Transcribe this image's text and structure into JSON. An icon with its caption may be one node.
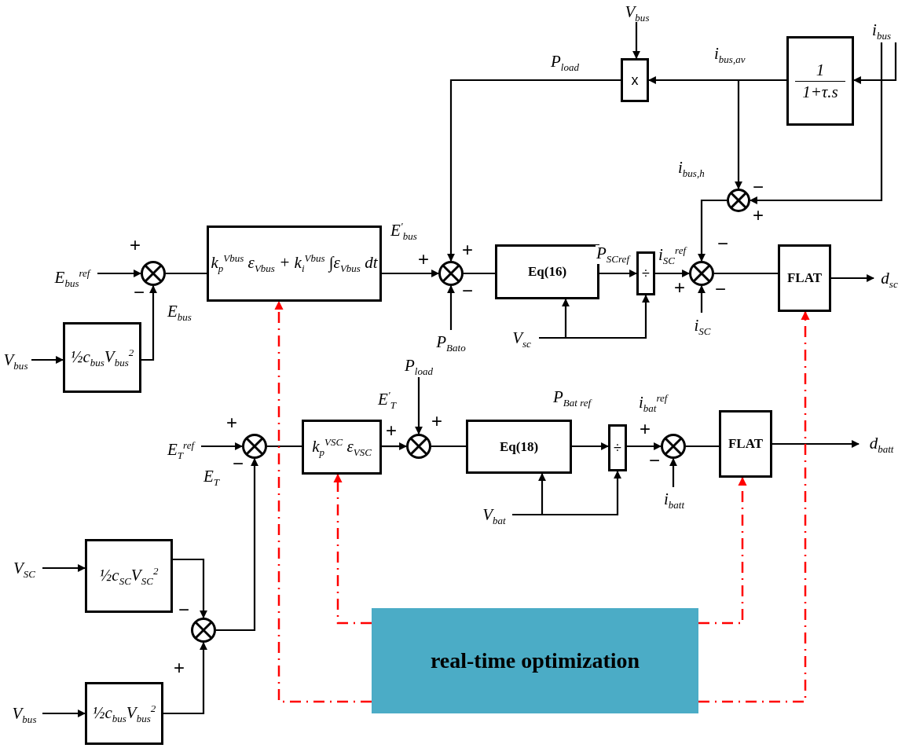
{
  "diagram": {
    "nodes": [
      {
        "text": [
          "V$_{bus}$"
        ]
      },
      {
        "text": [
          "i$_{bus}$"
        ]
      },
      {
        "text": [
          "x"
        ]
      },
      {
        "text": [
          "1",
          "1+τ.s"
        ]
      },
      {
        "text": [],
        "shape": "circle"
      },
      {
        "text": [
          "E$_{bus}$$^{ref}$"
        ]
      },
      {
        "text": [],
        "shape": "circle"
      },
      {
        "text": [
          "k$_{p}$$^{Vbus}$ ε$_{Vbus}$ + k$_{i}$$^{Vbus}$ ∫ε$_{Vbus}$ dt"
        ]
      },
      {
        "text": [],
        "shape": "circle"
      },
      {
        "text": [
          "Eq(16)"
        ]
      },
      {
        "text": [
          "÷"
        ]
      },
      {
        "text": [],
        "shape": "circle"
      },
      {
        "text": [
          "FLAT"
        ]
      },
      {
        "text": [
          "d$_{sc}$"
        ]
      },
      {
        "text": [
          "V$_{bus}$"
        ]
      },
      {
        "text": [
          "½c$_{bus}$V$_{bus}$$^{2}$"
        ]
      },
      {
        "text": [
          "P$_{Bato}$"
        ]
      },
      {
        "text": [
          "V$_{sc}$"
        ]
      },
      {
        "text": [
          "i$_{SC}$"
        ]
      },
      {
        "text": [
          "P$_{load}$"
        ]
      },
      {
        "text": [
          "E$_{T}$$^{ref}$"
        ]
      },
      {
        "text": [],
        "shape": "circle"
      },
      {
        "text": [
          "k$_{p}$$^{VSC}$ ε$_{VSC}$"
        ]
      },
      {
        "text": [],
        "shape": "circle"
      },
      {
        "text": [
          "Eq(18)"
        ]
      },
      {
        "text": [
          "÷"
        ]
      },
      {
        "text": [],
        "shape": "circle"
      },
      {
        "text": [
          "FLAT"
        ]
      },
      {
        "text": [
          "d$_{batt}$"
        ]
      },
      {
        "text": [
          "V$_{bat}$"
        ]
      },
      {
        "text": [
          "i$_{batt}$"
        ]
      },
      {
        "text": [
          "V$_{SC}$"
        ]
      },
      {
        "text": [
          "½c$_{SC}$V$_{SC}$$^{2}$"
        ]
      },
      {
        "text": [],
        "shape": "circle"
      },
      {
        "text": [
          "real-time optimization"
        ]
      },
      {
        "text": [
          "V$_{bus}$"
        ]
      },
      {
        "text": [
          "½c$_{bus}$V$_{bus}$$^{2}$"
        ]
      }
    ],
    "edges": [
      {
        "from": 0,
        "to": 2,
        "arrow": "to"
      },
      {
        "from": 1,
        "to": 3,
        "arrow": "to"
      },
      {
        "from": 1,
        "to": 4,
        "arrow": "to"
      },
      {
        "from": 3,
        "to": 2,
        "arrow": "to",
        "label": "i$_{bus,av}$"
      },
      {
        "from": 3,
        "to": 4,
        "arrow": "to"
      },
      {
        "from": 2,
        "to": 8,
        "arrow": "to",
        "label": "P$_{load}$"
      },
      {
        "from": 5,
        "to": 6,
        "arrow": "to"
      },
      {
        "from": 14,
        "to": 15,
        "arrow": "to"
      },
      {
        "from": 15,
        "to": 6,
        "arrow": "to",
        "label": "E$_{bus}$"
      },
      {
        "from": 6,
        "to": 7,
        "arrow": "none"
      },
      {
        "from": 7,
        "to": 8,
        "arrow": "to",
        "label": "E$^{'}$$_{bus}$"
      },
      {
        "from": 16,
        "to": 8,
        "arrow": "to"
      },
      {
        "from": 8,
        "to": 9,
        "arrow": "none"
      },
      {
        "from": 9,
        "to": 10,
        "arrow": "to",
        "label": "P$_{SCref}$"
      },
      {
        "from": 17,
        "to": 9,
        "arrow": "to"
      },
      {
        "from": 17,
        "to": 10,
        "arrow": "to"
      },
      {
        "from": 10,
        "to": 11,
        "arrow": "to",
        "label": "i$_{SC}$$^{ref}$"
      },
      {
        "from": 4,
        "to": 11,
        "arrow": "to",
        "label": "i$_{bus,h}$"
      },
      {
        "from": 18,
        "to": 11,
        "arrow": "to"
      },
      {
        "from": 11,
        "to": 12,
        "arrow": "none"
      },
      {
        "from": 12,
        "to": 13,
        "arrow": "to"
      },
      {
        "from": 20,
        "to": 21,
        "arrow": "to"
      },
      {
        "from": 31,
        "to": 32,
        "arrow": "to"
      },
      {
        "from": 35,
        "to": 36,
        "arrow": "to"
      },
      {
        "from": 32,
        "to": 33,
        "arrow": "to"
      },
      {
        "from": 36,
        "to": 33,
        "arrow": "to"
      },
      {
        "from": 33,
        "to": 21,
        "arrow": "to",
        "label": "E$_{T}$"
      },
      {
        "from": 21,
        "to": 22,
        "arrow": "none"
      },
      {
        "from": 22,
        "to": 23,
        "arrow": "to",
        "label": "E$^{'}$$_{T}$"
      },
      {
        "from": 19,
        "to": 23,
        "arrow": "to"
      },
      {
        "from": 23,
        "to": 24,
        "arrow": "none"
      },
      {
        "from": 24,
        "to": 25,
        "arrow": "to",
        "label": "P$_{Bat ref}$"
      },
      {
        "from": 29,
        "to": 24,
        "arrow": "to"
      },
      {
        "from": 29,
        "to": 25,
        "arrow": "to"
      },
      {
        "from": 25,
        "to": 26,
        "arrow": "to",
        "label": "i$_{bat}$$^{ref}$"
      },
      {
        "from": 30,
        "to": 26,
        "arrow": "to"
      },
      {
        "from": 26,
        "to": 27,
        "arrow": "none"
      },
      {
        "from": 27,
        "to": 28,
        "arrow": "to"
      },
      {
        "from": 34,
        "to": 7,
        "arrow": "to",
        "style": "dashed",
        "color": "#ff0000"
      },
      {
        "from": 34,
        "to": 22,
        "arrow": "to",
        "style": "dashed",
        "color": "#ff0000"
      },
      {
        "from": 34,
        "to": 27,
        "arrow": "to",
        "style": "dashed",
        "color": "#ff0000"
      },
      {
        "from": 34,
        "to": 12,
        "arrow": "to",
        "style": "dashed",
        "color": "#ff0000"
      }
    ],
    "labels": [
      "−",
      "+",
      "+",
      "−",
      "+",
      "+",
      "−",
      "−",
      "+",
      "−",
      "+",
      "−",
      "+",
      "+",
      "+",
      "−",
      "−",
      "+"
    ]
  }
}
